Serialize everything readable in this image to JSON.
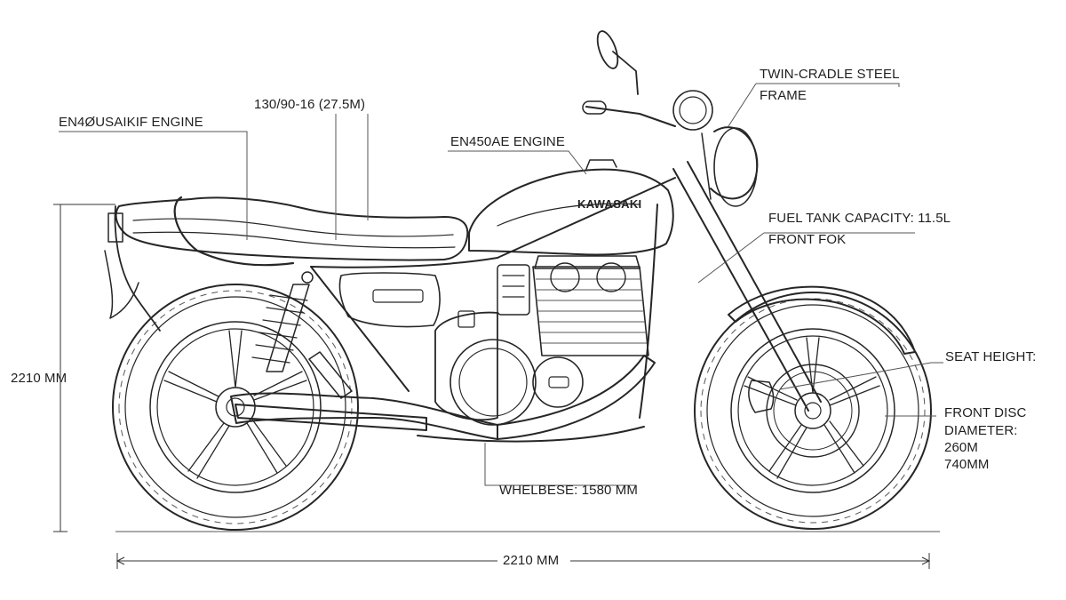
{
  "brand": "KAWASAKI",
  "callouts": {
    "engine_left": "EN4ØUSAIKIF ENGINE",
    "tyre": "130/90-16 (27.5M)",
    "engine_center": "EN450AE ENGINE",
    "frame_line1": "TWIN-CRADLE STEEL",
    "frame_line2": "FRAME",
    "fuel_tank": "FUEL TANK CAPACITY: 11.5L",
    "front_fork": "FRONT FOK",
    "seat_height": "SEAT HEIGHT:",
    "disc_line1": "FRONT DISC",
    "disc_line2": "DIAMETER:",
    "disc_line3": "260M",
    "disc_line4": "740MM",
    "wheelbase": "WHELBESE: 1580 MM"
  },
  "dimensions": {
    "height": "2210 MM",
    "length": "2210 MM"
  }
}
